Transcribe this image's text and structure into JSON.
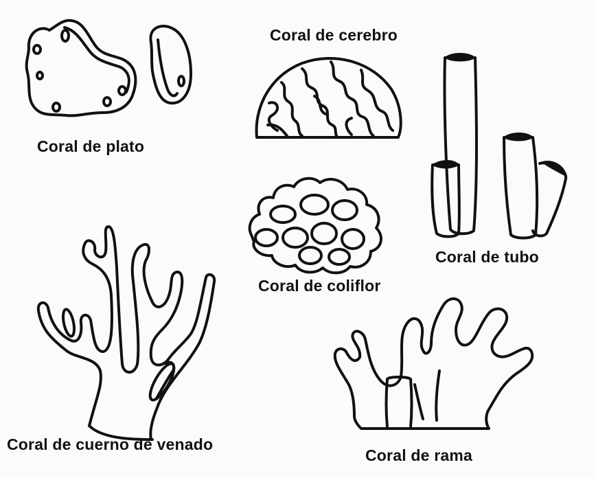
{
  "labels": {
    "plate": "Coral de plato",
    "brain": "Coral de cerebro",
    "tube": "Coral de tubo",
    "cauliflower": "Coral de coliflor",
    "staghorn": "Coral de cuerno de venado",
    "branch": "Coral de rama"
  },
  "colors": {
    "ink": "#111111",
    "paper": "#fbfbfa"
  }
}
